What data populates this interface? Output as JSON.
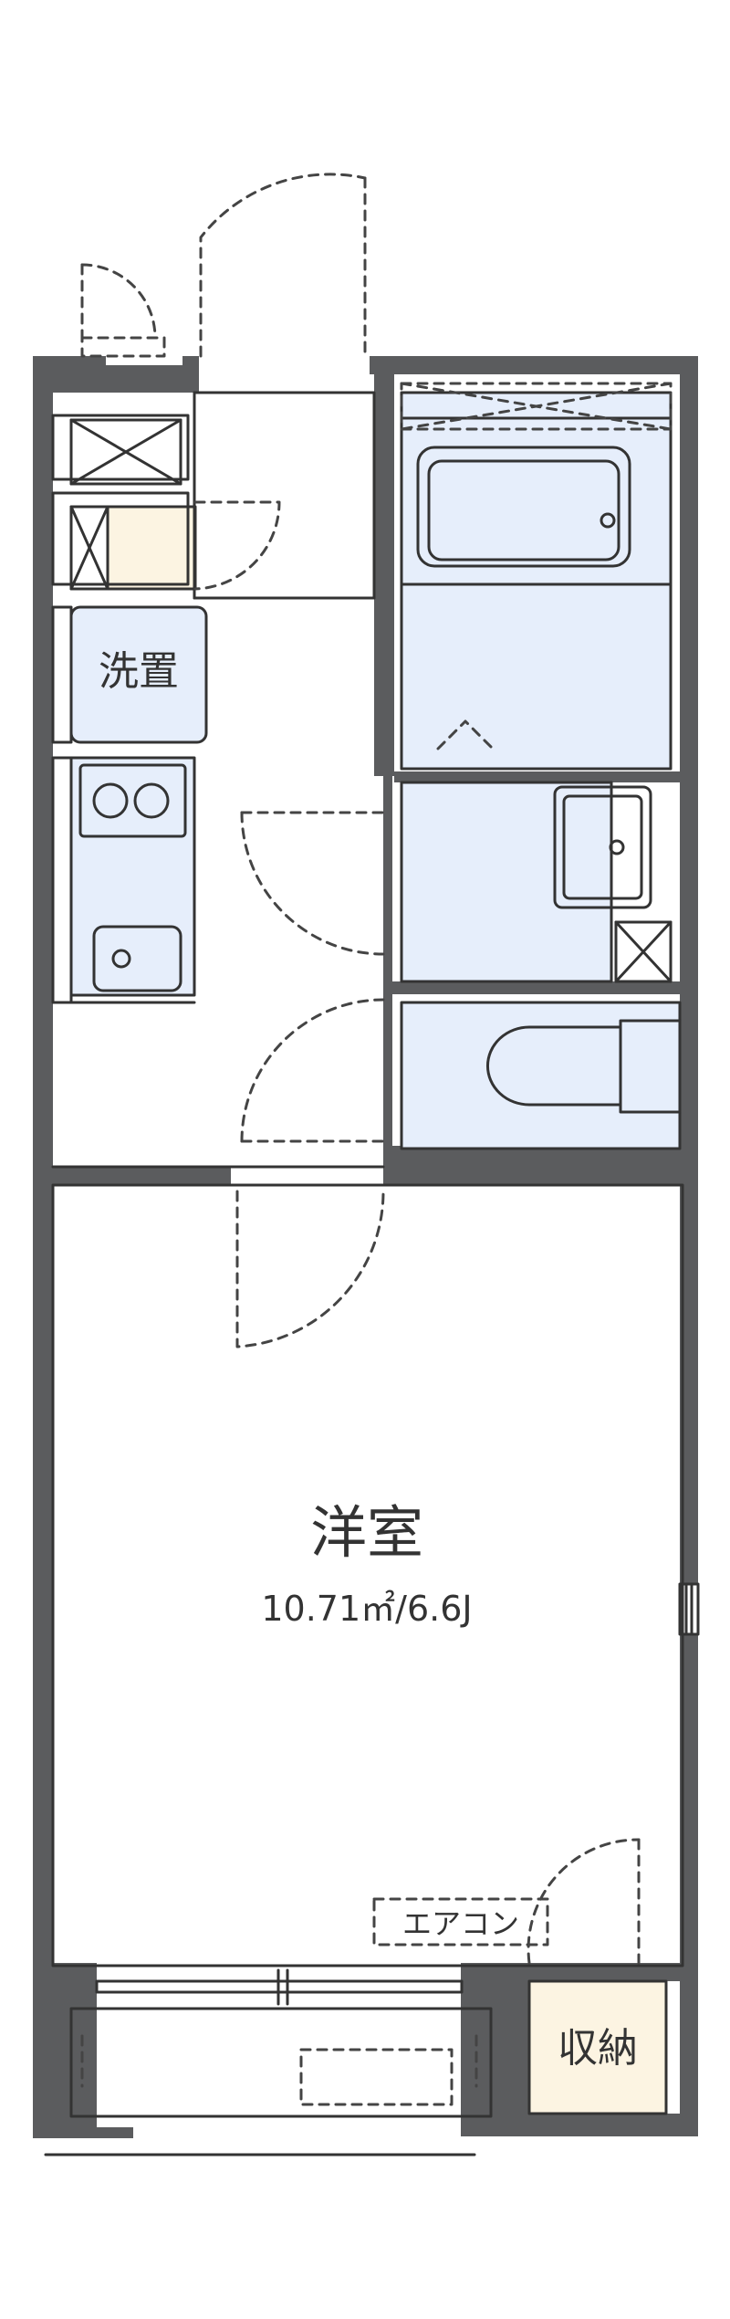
{
  "colors": {
    "wall": "#5b5c5e",
    "wet_area": "#e6eefb",
    "storage": "#fcf4e2",
    "line": "#333333",
    "dash": "#444444"
  },
  "rooms": {
    "washer": {
      "label": "洗置"
    },
    "western_room": {
      "name": "洋室",
      "size": "10.71㎡/6.6J"
    },
    "storage": {
      "label": "収納"
    },
    "aircon": {
      "label": "エアコン"
    }
  }
}
